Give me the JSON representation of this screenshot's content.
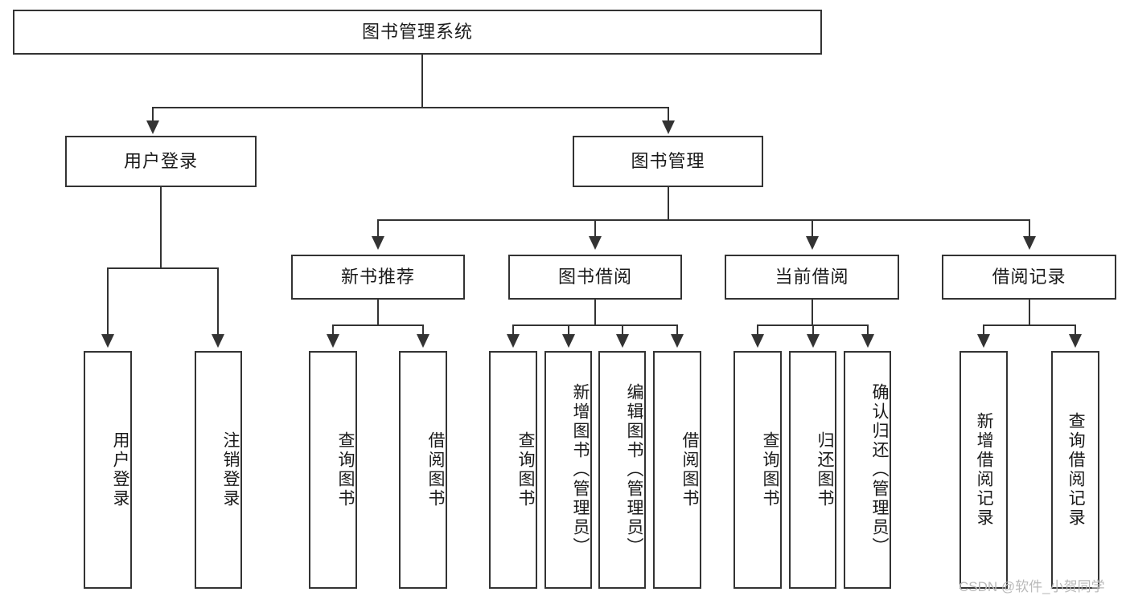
{
  "diagram": {
    "title": "图书管理系统",
    "type": "hierarchy-tree",
    "root": {
      "label": "图书管理系统"
    },
    "level2": [
      {
        "label": "用户登录"
      },
      {
        "label": "图书管理"
      }
    ],
    "level3": [
      {
        "label": "新书推荐"
      },
      {
        "label": "图书借阅"
      },
      {
        "label": "当前借阅"
      },
      {
        "label": "借阅记录"
      }
    ],
    "leaves": {
      "user_login": [
        {
          "label": "用户登录"
        },
        {
          "label": "注销登录"
        }
      ],
      "new_book_recommend": [
        {
          "label": "查询图书"
        },
        {
          "label": "借阅图书"
        }
      ],
      "book_borrow": [
        {
          "label": "查询图书"
        },
        {
          "label": "新增图书（管理员）"
        },
        {
          "label": "编辑图书（管理员）"
        },
        {
          "label": "借阅图书"
        }
      ],
      "current_borrow": [
        {
          "label": "查询图书"
        },
        {
          "label": "归还图书"
        },
        {
          "label": "确认归还（管理员）"
        }
      ],
      "borrow_records": [
        {
          "label": "新增借阅记录"
        },
        {
          "label": "查询借阅记录"
        }
      ]
    }
  },
  "watermark": {
    "text": "CSDN @软件_小贺同学"
  },
  "colors": {
    "stroke": "#333333",
    "text": "#1a1a1a",
    "background": "#ffffff",
    "watermark": "#b9b9b9"
  }
}
